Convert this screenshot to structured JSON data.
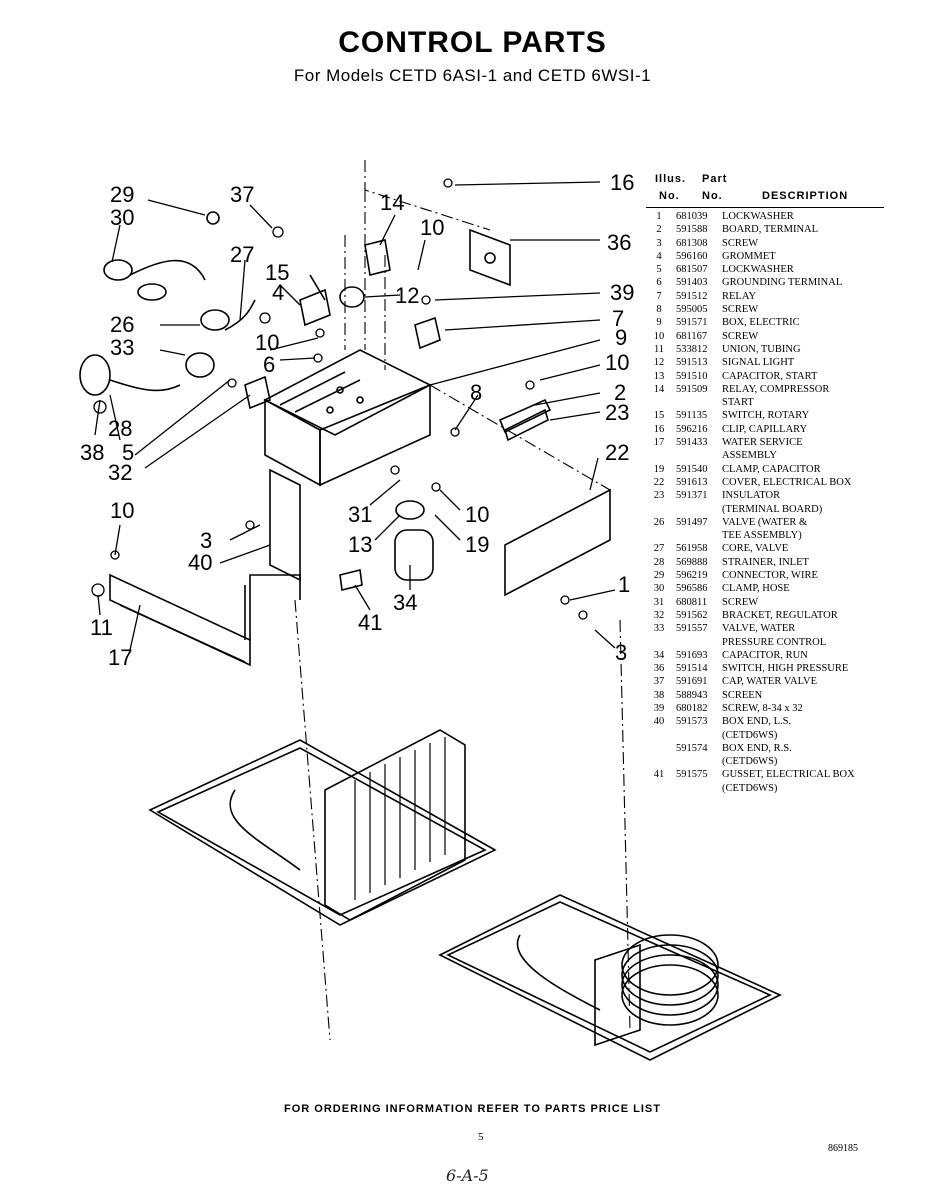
{
  "header": {
    "title": "CONTROL PARTS",
    "subtitle": "For Models CETD 6ASI-1 and CETD 6WSI-1"
  },
  "parts_table": {
    "col_illus": "Illus.",
    "col_no": "No.",
    "col_part": "Part",
    "col_part_no": "No.",
    "col_description": "DESCRIPTION",
    "rows": [
      {
        "no": "1",
        "part": "681039",
        "desc": "LOCKWASHER"
      },
      {
        "no": "2",
        "part": "591588",
        "desc": "BOARD, TERMINAL"
      },
      {
        "no": "3",
        "part": "681308",
        "desc": "SCREW"
      },
      {
        "no": "4",
        "part": "596160",
        "desc": "GROMMET"
      },
      {
        "no": "5",
        "part": "681507",
        "desc": "LOCKWASHER"
      },
      {
        "no": "6",
        "part": "591403",
        "desc": "GROUNDING TERMINAL"
      },
      {
        "no": "7",
        "part": "591512",
        "desc": "RELAY"
      },
      {
        "no": "8",
        "part": "595005",
        "desc": "SCREW"
      },
      {
        "no": "9",
        "part": "591571",
        "desc": "BOX, ELECTRIC"
      },
      {
        "no": "10",
        "part": "681167",
        "desc": "SCREW"
      },
      {
        "no": "11",
        "part": "533812",
        "desc": "UNION, TUBING"
      },
      {
        "no": "12",
        "part": "591513",
        "desc": "SIGNAL LIGHT"
      },
      {
        "no": "13",
        "part": "591510",
        "desc": "CAPACITOR, START"
      },
      {
        "no": "14",
        "part": "591509",
        "desc": "RELAY, COMPRESSOR"
      },
      {
        "no": "",
        "part": "",
        "desc": "START"
      },
      {
        "no": "15",
        "part": "591135",
        "desc": "SWITCH, ROTARY"
      },
      {
        "no": "16",
        "part": "596216",
        "desc": "CLIP, CAPILLARY"
      },
      {
        "no": "17",
        "part": "591433",
        "desc": "WATER SERVICE"
      },
      {
        "no": "",
        "part": "",
        "desc": "ASSEMBLY"
      },
      {
        "no": "19",
        "part": "591540",
        "desc": "CLAMP, CAPACITOR"
      },
      {
        "no": "22",
        "part": "591613",
        "desc": "COVER, ELECTRICAL BOX"
      },
      {
        "no": "23",
        "part": "591371",
        "desc": "INSULATOR"
      },
      {
        "no": "",
        "part": "",
        "desc": "(TERMINAL BOARD)"
      },
      {
        "no": "26",
        "part": "591497",
        "desc": "VALVE (WATER &"
      },
      {
        "no": "",
        "part": "",
        "desc": "TEE ASSEMBLY)"
      },
      {
        "no": "27",
        "part": "561958",
        "desc": "CORE, VALVE"
      },
      {
        "no": "28",
        "part": "569888",
        "desc": "STRAINER, INLET"
      },
      {
        "no": "29",
        "part": "596219",
        "desc": "CONNECTOR, WIRE"
      },
      {
        "no": "30",
        "part": "596586",
        "desc": "CLAMP, HOSE"
      },
      {
        "no": "31",
        "part": "680811",
        "desc": "SCREW"
      },
      {
        "no": "32",
        "part": "591562",
        "desc": "BRACKET, REGULATOR"
      },
      {
        "no": "33",
        "part": "591557",
        "desc": "VALVE, WATER"
      },
      {
        "no": "",
        "part": "",
        "desc": "PRESSURE CONTROL"
      },
      {
        "no": "34",
        "part": "591693",
        "desc": "CAPACITOR, RUN"
      },
      {
        "no": "36",
        "part": "591514",
        "desc": "SWITCH, HIGH PRESSURE"
      },
      {
        "no": "37",
        "part": "591691",
        "desc": "CAP, WATER VALVE"
      },
      {
        "no": "38",
        "part": "588943",
        "desc": "SCREEN"
      },
      {
        "no": "39",
        "part": "680182",
        "desc": "SCREW, 8-34 x 32"
      },
      {
        "no": "40",
        "part": "591573",
        "desc": "BOX END, L.S."
      },
      {
        "no": "",
        "part": "",
        "desc": "(CETD6WS)"
      },
      {
        "no": "",
        "part": "591574",
        "desc": "BOX END, R.S."
      },
      {
        "no": "",
        "part": "",
        "desc": "(CETD6WS)"
      },
      {
        "no": "41",
        "part": "591575",
        "desc": "GUSSET, ELECTRICAL BOX"
      },
      {
        "no": "",
        "part": "",
        "desc": "(CETD6WS)"
      }
    ]
  },
  "callouts": {
    "c1": "1",
    "c2": "2",
    "c3a": "3",
    "c3b": "3",
    "c4": "4",
    "c5": "5",
    "c6": "6",
    "c7": "7",
    "c8": "8",
    "c9": "9",
    "c10a": "10",
    "c10b": "10",
    "c10c": "10",
    "c10d": "10",
    "c10e": "10",
    "c11": "11",
    "c12": "12",
    "c13": "13",
    "c14": "14",
    "c15": "15",
    "c16": "16",
    "c17": "17",
    "c19": "19",
    "c22": "22",
    "c23": "23",
    "c26": "26",
    "c27": "27",
    "c28": "28",
    "c29": "29",
    "c30": "30",
    "c31": "31",
    "c32": "32",
    "c33": "33",
    "c34": "34",
    "c36": "36",
    "c37": "37",
    "c38": "38",
    "c39": "39",
    "c40": "40",
    "c41": "41"
  },
  "footer": {
    "order_note": "FOR ORDERING INFORMATION REFER TO PARTS PRICE LIST",
    "page_number": "5",
    "doc_number": "869185",
    "handwritten_note": "6-A-5"
  }
}
